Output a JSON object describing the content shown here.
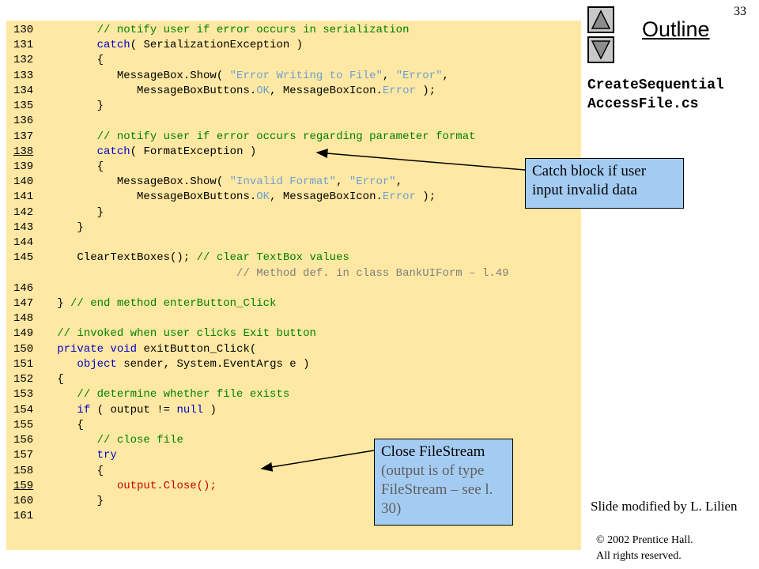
{
  "slide": {
    "page_number": "33",
    "outline_label": "Outline",
    "filename_line1": "CreateSequential",
    "filename_line2": "AccessFile.cs",
    "callout1": "Catch block if user input invalid data",
    "callout2_line1": "Close FileStream",
    "callout2_line2": "(output is of type FileStream – see l. 30)",
    "modified_note": "Slide modified by L. Lilien",
    "copyright_line1": "© 2002 Prentice Hall.",
    "copyright_line2": "All rights reserved."
  },
  "code": {
    "l130": {
      "num": "130",
      "t1": "         ",
      "c": "// notify user if error occurs in serialization"
    },
    "l131": {
      "num": "131",
      "t1": "         ",
      "kw": "catch",
      "t2": "( SerializationException )"
    },
    "l132": {
      "num": "132",
      "t1": "         {"
    },
    "l133": {
      "num": "133",
      "t1": "            MessageBox.Show( ",
      "s1": "\"Error Writing to File\"",
      "t2": ", ",
      "s2": "\"Error\"",
      "t3": ","
    },
    "l134": {
      "num": "134",
      "t1": "               MessageBoxButtons.",
      "s1": "OK",
      "t2": ", MessageBoxIcon.",
      "s2": "Error",
      "t3": " );"
    },
    "l135": {
      "num": "135",
      "t1": "         }"
    },
    "l136": {
      "num": "136",
      "t1": ""
    },
    "l137": {
      "num": "137",
      "t1": "         ",
      "c": "// notify user if error occurs regarding parameter format"
    },
    "l138": {
      "num": "138",
      "t1": "         ",
      "kw": "catch",
      "t2": "( FormatException )"
    },
    "l139": {
      "num": "139",
      "t1": "         {"
    },
    "l140": {
      "num": "140",
      "t1": "            MessageBox.Show( ",
      "s1": "\"Invalid Format\"",
      "t2": ", ",
      "s2": "\"Error\"",
      "t3": ","
    },
    "l141": {
      "num": "141",
      "t1": "               MessageBoxButtons.",
      "s1": "OK",
      "t2": ", MessageBoxIcon.",
      "s2": "Error",
      "t3": " );"
    },
    "l142": {
      "num": "142",
      "t1": "         }"
    },
    "l143": {
      "num": "143",
      "t1": "      }"
    },
    "l144": {
      "num": "144",
      "t1": ""
    },
    "l145": {
      "num": "145",
      "t1": "      ClearTextBoxes(); ",
      "c": "// clear TextBox values"
    },
    "l145b": {
      "t1": "                              ",
      "g": "// Method def. in class BankUIForm – l.49"
    },
    "l146": {
      "num": "146",
      "t1": ""
    },
    "l147": {
      "num": "147",
      "t1": "   } ",
      "c": "// end method enterButton_Click"
    },
    "l148": {
      "num": "148",
      "t1": ""
    },
    "l149": {
      "num": "149",
      "t1": "   ",
      "c": "// invoked when user clicks Exit button"
    },
    "l150": {
      "num": "150",
      "t1": "   ",
      "kw": "private void",
      "t2": " exitButton_Click("
    },
    "l151": {
      "num": "151",
      "t1": "      ",
      "kw": "object",
      "t2": " sender, System.EventArgs e )"
    },
    "l152": {
      "num": "152",
      "t1": "   {"
    },
    "l153": {
      "num": "153",
      "t1": "      ",
      "c": "// determine whether file exists"
    },
    "l154": {
      "num": "154",
      "t1": "      ",
      "kw": "if",
      "t2": " ( output != ",
      "kw2": "null",
      "t3": " )"
    },
    "l155": {
      "num": "155",
      "t1": "      {"
    },
    "l156": {
      "num": "156",
      "t1": "         ",
      "c": "// close file"
    },
    "l157": {
      "num": "157",
      "t1": "         ",
      "kw": "try"
    },
    "l158": {
      "num": "158",
      "t1": "         {"
    },
    "l159": {
      "num": "159",
      "t1": "            ",
      "r": "output.Close();"
    },
    "l160": {
      "num": "160",
      "t1": "         }"
    },
    "l161": {
      "num": "161",
      "t1": ""
    }
  }
}
